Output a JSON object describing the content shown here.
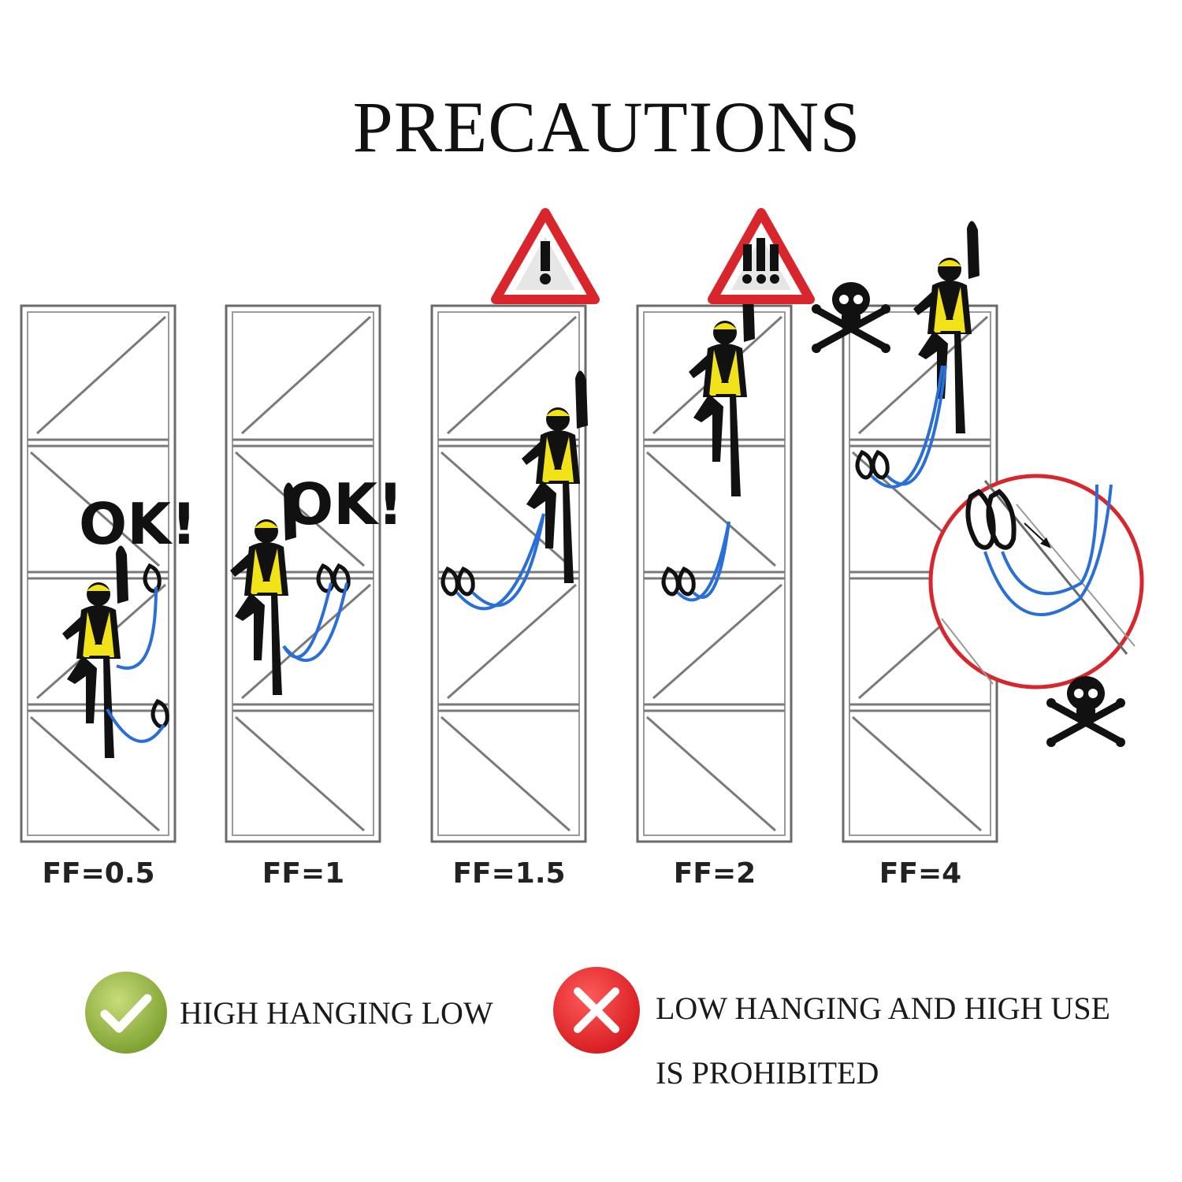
{
  "title": "PRECAUTIONS",
  "towers": [
    {
      "label": "FF=0.5",
      "badge": "OK!"
    },
    {
      "label": "FF=1",
      "badge": "OK!"
    },
    {
      "label": "FF=1.5",
      "badge": ""
    },
    {
      "label": "FF=2",
      "badge": ""
    },
    {
      "label": "FF=4",
      "badge": ""
    }
  ],
  "legend": {
    "good": "HIGH HANGING LOW",
    "bad_line1": "LOW HANGING AND HIGH USE",
    "bad_line2": "IS PROHIBITED"
  },
  "colors": {
    "vest": "#f2e21a",
    "lanyard": "#2a6fd8",
    "warning_red": "#d9262c",
    "check_green": "#8fb23a"
  }
}
